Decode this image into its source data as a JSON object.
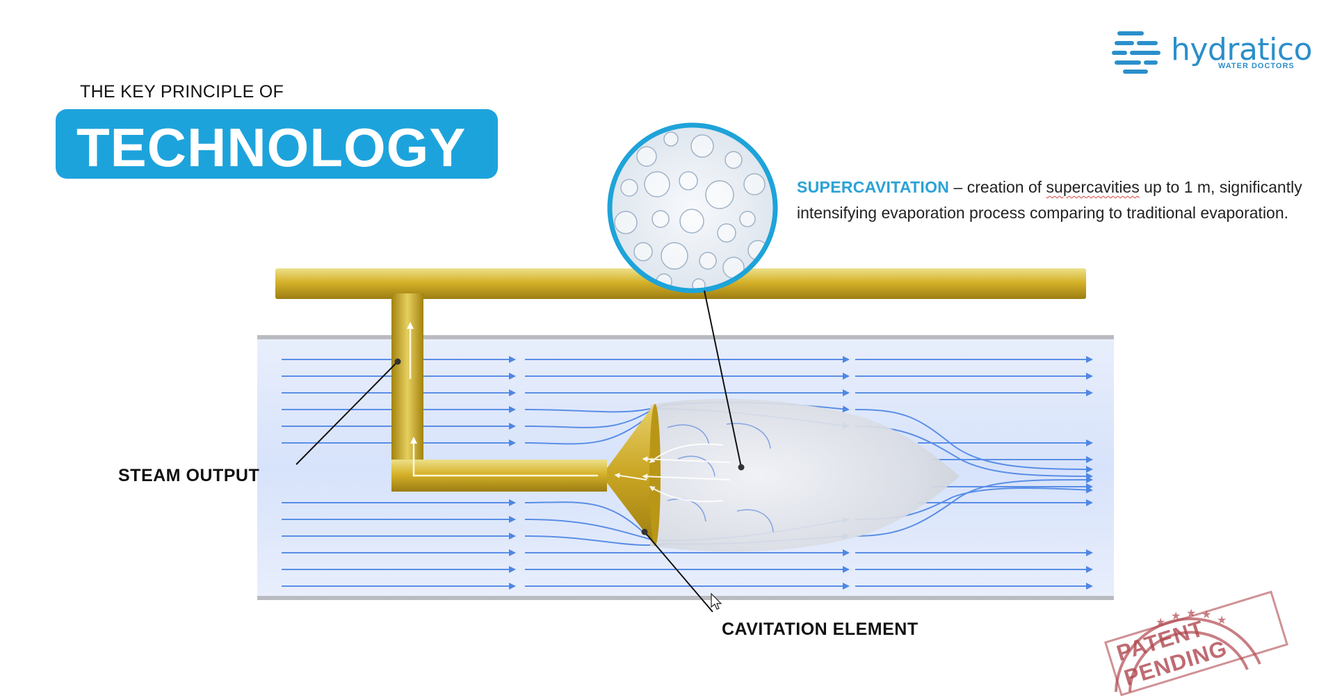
{
  "header": {
    "kicker": "THE KEY PRINCIPLE OF",
    "title": "TECHNOLOGY"
  },
  "logo": {
    "name": "hydratico",
    "tagline": "WATER DOCTORS",
    "color": "#2a8fcb"
  },
  "description": {
    "highlight": "SUPERCAVITATION",
    "part1": " – creation of ",
    "underlined": "supercavities",
    "part2": " up to 1 m, significantly intensifying evaporation process comparing to traditional evaporation."
  },
  "labels": {
    "steam_output": "STEAM OUTPUT",
    "cavitation_element": "CAVITATION ELEMENT"
  },
  "stamp": {
    "text": "PATENT PENDING",
    "color": "#b0474f"
  },
  "colors": {
    "accent": "#1da3dc",
    "pipe_gold": "#d9b62c",
    "flow_blue": "#5a8ee6",
    "water_bg": "#dde8fb"
  }
}
